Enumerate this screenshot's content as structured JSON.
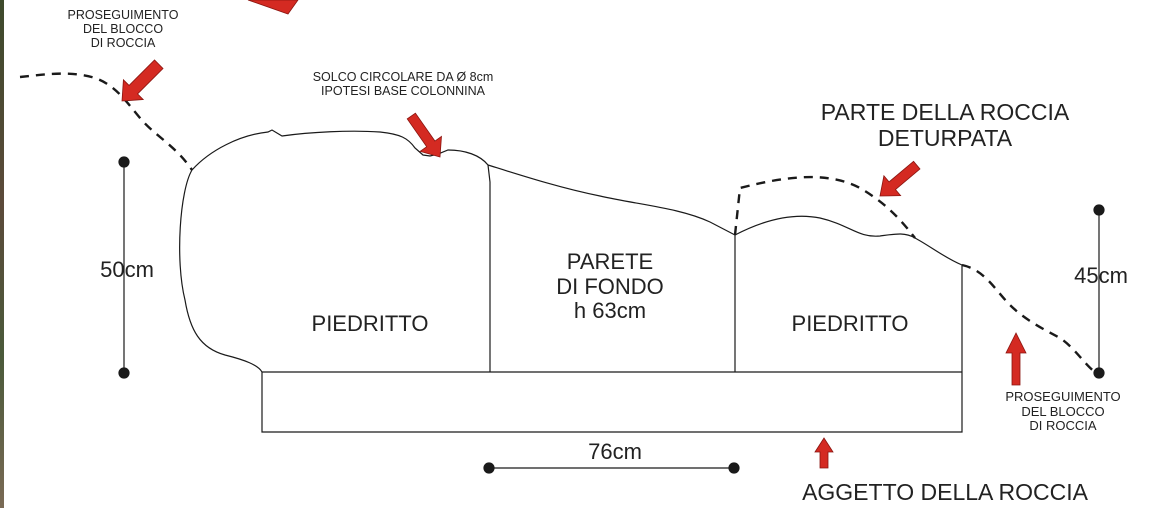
{
  "labels": {
    "note_top_left": "PROSEGUIMENTO\nDEL BLOCCO\nDI ROCCIA",
    "note_groove": "SOLCO CIRCOLARE DA Ø 8cm\nIPOTESI BASE COLONNINA",
    "note_damaged": "PARTE DELLA ROCCIA\nDETURPATA",
    "note_bottom_right": "PROSEGUIMENTO\nDEL BLOCCO\nDI ROCCIA",
    "note_overhang": "AGGETTO DELLA ROCCIA",
    "left_pier": "PIEDRITTO",
    "back_wall": "PARETE\nDI FONDO\nh 63cm",
    "right_pier": "PIEDRITTO",
    "dim_left": "50cm",
    "dim_right": "45cm",
    "dim_bottom": "76cm"
  },
  "colors": {
    "arrow": "#d42a22",
    "line": "#1a1a1a"
  }
}
